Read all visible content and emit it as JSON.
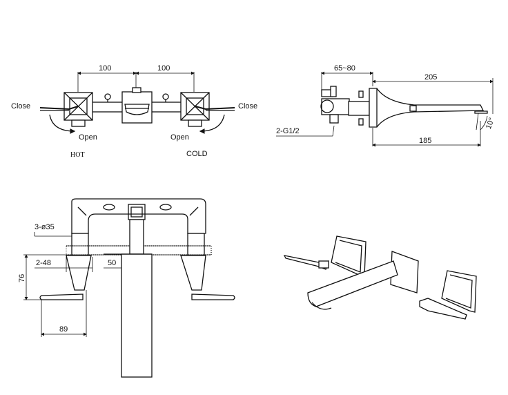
{
  "top_left": {
    "dim_left": "100",
    "dim_right": "100",
    "close_left": "Close",
    "close_right": "Close",
    "open_left": "Open",
    "open_right": "Open",
    "hot": "HOT",
    "cold": "COLD"
  },
  "top_right": {
    "dim_range": "65~80",
    "dim_total": "205",
    "dim_spout": "185",
    "thread": "2-G1/2",
    "angle": "10°"
  },
  "bottom_left": {
    "holes": "3-ø35",
    "bore": "2-48",
    "pipe": "50",
    "height": "76",
    "depth": "89"
  }
}
